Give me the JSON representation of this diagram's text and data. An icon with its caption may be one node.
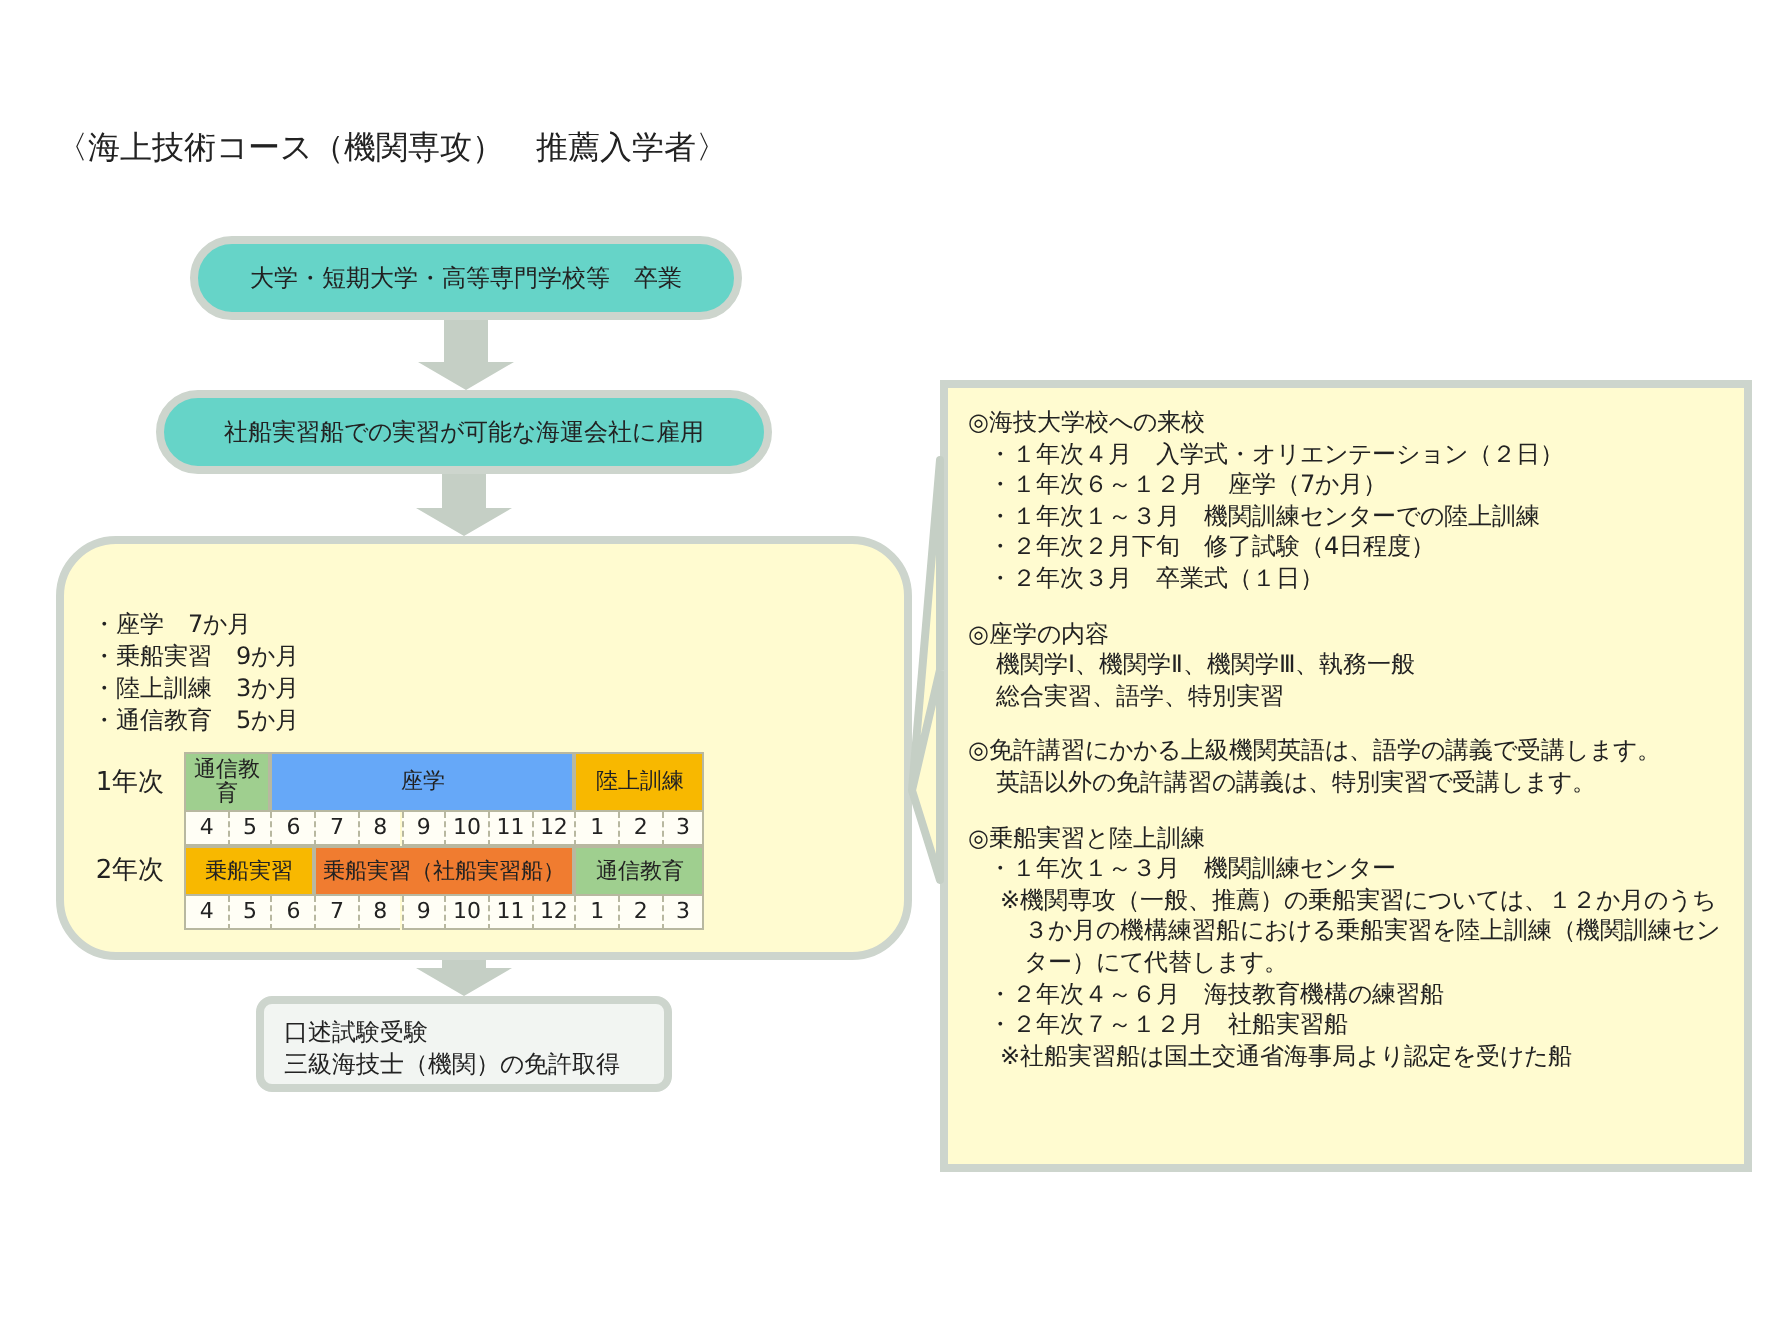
{
  "diagram": {
    "title": "〈海上技術コース（機関専攻）　推薦入学者〉",
    "nodes": [
      {
        "text": [
          "大学・短期大学・高等専門学校等　卒業"
        ]
      },
      {
        "text": [
          "社船実習船での実習が可能な海運会社に雇用"
        ]
      },
      {
        "text": [
          "・座学　7か月",
          "・乗船実習　9か月",
          "・陸上訓練　3か月",
          "・通信教育　5か月"
        ]
      },
      {
        "text": [
          "通信教育"
        ],
        "in": 2
      },
      {
        "text": [
          "座学"
        ],
        "in": 2
      },
      {
        "text": [
          "陸上訓練"
        ],
        "in": 2
      },
      {
        "text": [
          "乗船実習"
        ],
        "in": 2
      },
      {
        "text": [
          "乗船実習（社船実習船）"
        ],
        "in": 2
      },
      {
        "text": [
          "通信教育"
        ],
        "in": 2
      },
      {
        "text": [
          "口述試験受験",
          "三級海技士（機関）の免許取得"
        ]
      },
      {
        "text": [
          "◎海技大学校への来校",
          "・１年次４月　入学式・オリエンテーション（２日）",
          "・１年次６～１２月　座学（7か月）",
          "・１年次１～３月　機関訓練センターでの陸上訓練",
          "・２年次２月下旬　修了試験（4日程度）",
          "・２年次３月　卒業式（１日）",
          "◎座学の内容",
          "機関学Ⅰ、機関学Ⅱ、機関学Ⅲ、執務一般",
          "総合実習、語学、特別実習",
          "◎免許講習にかかる上級機関英語は、語学の講義で受講します。",
          "英語以外の免許講習の講義は、特別実習で受講します。",
          "◎乗船実習と陸上訓練",
          "・１年次１～３月　機関訓練センター",
          "※機関専攻（一般、推薦）の乗船実習については、１２か月のうち３か月の機構練習船における乗船実習を陸上訓練（機関訓練センター）にて代替します。",
          "・２年次４～６月　海技教育機構の練習船",
          "・２年次７～１２月　社船実習船",
          "※社船実習船は国土交通省海事局より認定を受けた船"
        ]
      }
    ],
    "edges": [
      {
        "from": 0,
        "to": 1,
        "arrow": "to",
        "style": "thick"
      },
      {
        "from": 1,
        "to": 2,
        "arrow": "to",
        "style": "thick"
      },
      {
        "from": 2,
        "to": 9,
        "arrow": "to",
        "style": "thick"
      },
      {
        "from": 10,
        "to": 2,
        "arrow": "none"
      }
    ],
    "labels": [
      "1年次",
      "4",
      "5",
      "6",
      "7",
      "8",
      "9",
      "10",
      "11",
      "12",
      "1",
      "2",
      "3",
      "2年次",
      "4",
      "5",
      "6",
      "7",
      "8",
      "9",
      "10",
      "11",
      "12",
      "1",
      "2",
      "3"
    ]
  }
}
